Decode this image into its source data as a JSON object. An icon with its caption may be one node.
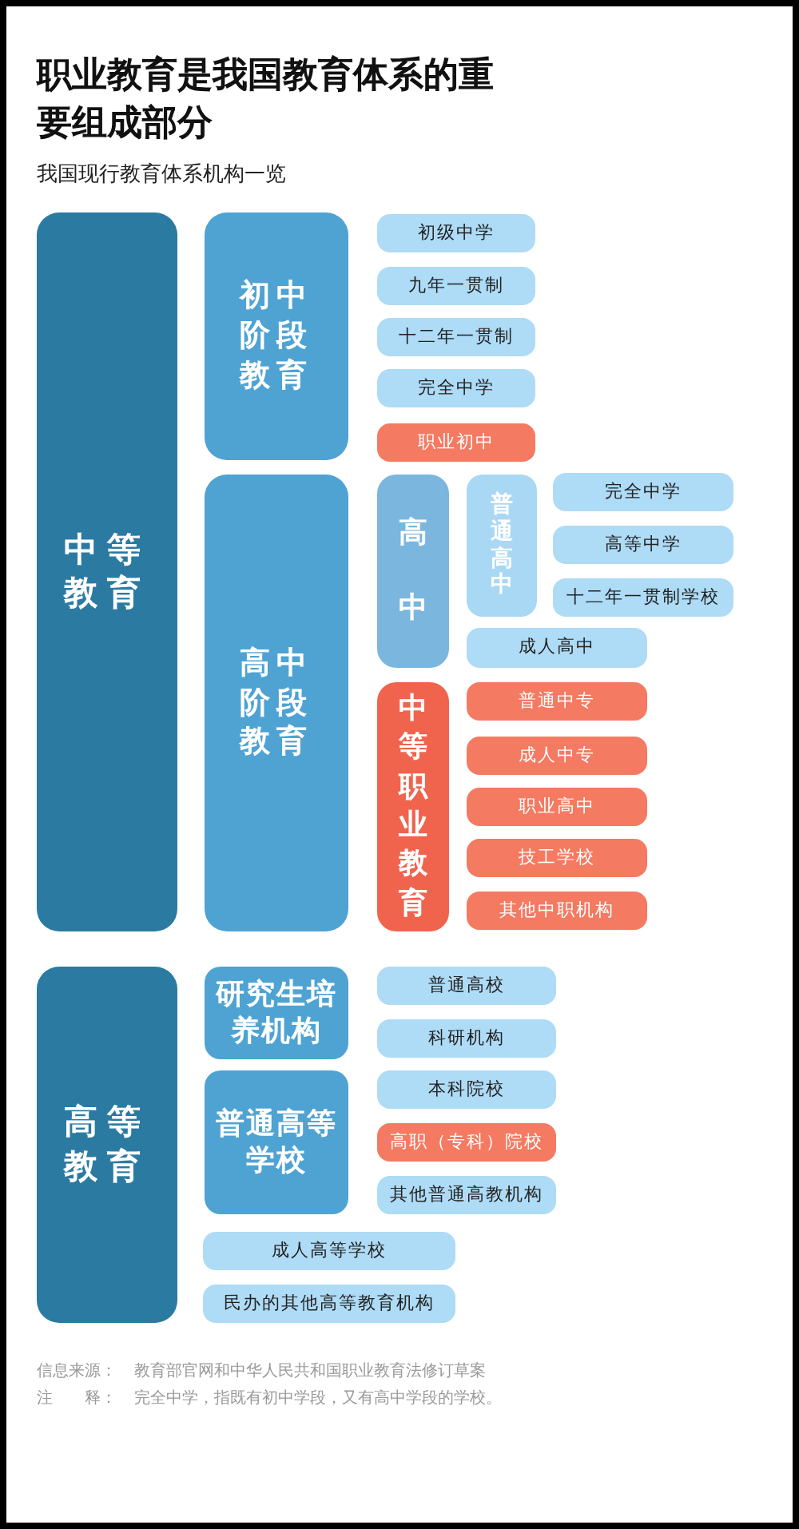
{
  "diagram": {
    "title": "职业教育是我国教育体系的重要组成部分",
    "nodes": [
      {
        "text": [
          "中等教育"
        ]
      },
      {
        "text": [
          "初中阶段教育"
        ]
      },
      {
        "text": [
          "初级中学"
        ]
      },
      {
        "text": [
          "九年一贯制"
        ]
      },
      {
        "text": [
          "十二年一贯制"
        ]
      },
      {
        "text": [
          "完全中学"
        ]
      },
      {
        "text": [
          "职业初中"
        ]
      },
      {
        "text": [
          "高中阶段教育"
        ]
      },
      {
        "text": [
          "高中"
        ]
      },
      {
        "text": [
          "普通高中"
        ]
      },
      {
        "text": [
          "完全中学"
        ]
      },
      {
        "text": [
          "高等中学"
        ]
      },
      {
        "text": [
          "十二年一贯制学校"
        ]
      },
      {
        "text": [
          "成人高中"
        ]
      },
      {
        "text": [
          "中等职业教育"
        ]
      },
      {
        "text": [
          "普通中专"
        ]
      },
      {
        "text": [
          "成人中专"
        ]
      },
      {
        "text": [
          "职业高中"
        ]
      },
      {
        "text": [
          "技工学校"
        ]
      },
      {
        "text": [
          "其他中职机构"
        ]
      },
      {
        "text": [
          "高等教育"
        ]
      },
      {
        "text": [
          "研究生培养机构"
        ]
      },
      {
        "text": [
          "普通高等学校"
        ]
      },
      {
        "text": [
          "普通高校"
        ]
      },
      {
        "text": [
          "科研机构"
        ]
      },
      {
        "text": [
          "本科院校"
        ]
      },
      {
        "text": [
          "高职（专科）院校"
        ]
      },
      {
        "text": [
          "其他普通高教机构"
        ]
      },
      {
        "text": [
          "成人高等学校"
        ]
      },
      {
        "text": [
          "民办的其他高等教育机构"
        ]
      }
    ],
    "labels": [
      "我国现行教育体系机构一览",
      "信息来源：",
      "教育部官网和中华人民共和国职业教育法修订草案",
      "注　　释：",
      "完全中学，指既有初中学段，又有高中学段的学校。"
    ]
  }
}
